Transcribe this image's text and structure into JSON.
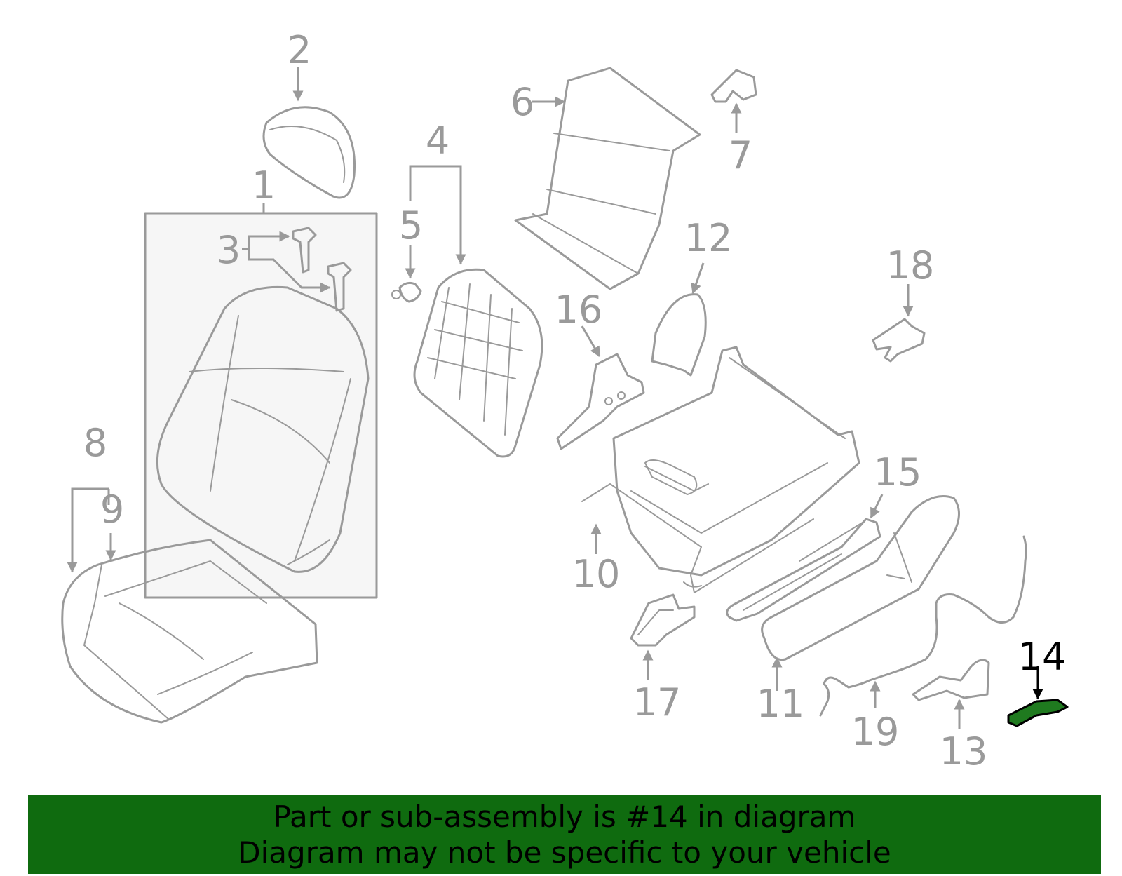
{
  "colors": {
    "line": "#9a9a9a",
    "highlight_fill": "#1f7a1f",
    "highlight_text": "#000000",
    "banner_bg": "#0f6b0f",
    "banner_text": "#000000"
  },
  "callouts": {
    "c1": "1",
    "c2": "2",
    "c3": "3",
    "c4": "4",
    "c5": "5",
    "c6": "6",
    "c7": "7",
    "c8": "8",
    "c9": "9",
    "c10": "10",
    "c11": "11",
    "c12": "12",
    "c13": "13",
    "c14": "14",
    "c15": "15",
    "c16": "16",
    "c17": "17",
    "c18": "18",
    "c19": "19"
  },
  "highlighted_part": "14",
  "banner": {
    "line1": "Part or sub-assembly is #14 in diagram",
    "line2": "Diagram may not be specific to your vehicle"
  }
}
